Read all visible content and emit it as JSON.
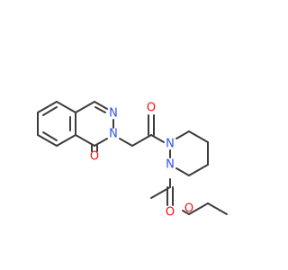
{
  "molecule": {
    "atoms": {
      "o_carbonyl_phthalazinone": {
        "symbol": "O",
        "color": "#ff0d0d"
      },
      "n_ring_1": {
        "symbol": "N",
        "color": "#3050f8"
      },
      "n_ring_2": {
        "symbol": "N",
        "color": "#3050f8"
      },
      "o_amide": {
        "symbol": "O",
        "color": "#ff0d0d"
      },
      "n_piperazine_top": {
        "symbol": "N",
        "color": "#3050f8"
      },
      "n_piperazine_bottom": {
        "symbol": "N",
        "color": "#3050f8"
      },
      "o_carbamate_carbonyl": {
        "symbol": "O",
        "color": "#ff0d0d"
      },
      "o_ester": {
        "symbol": "O",
        "color": "#ff0d0d"
      }
    },
    "bond_color": "#3c3c3c"
  }
}
